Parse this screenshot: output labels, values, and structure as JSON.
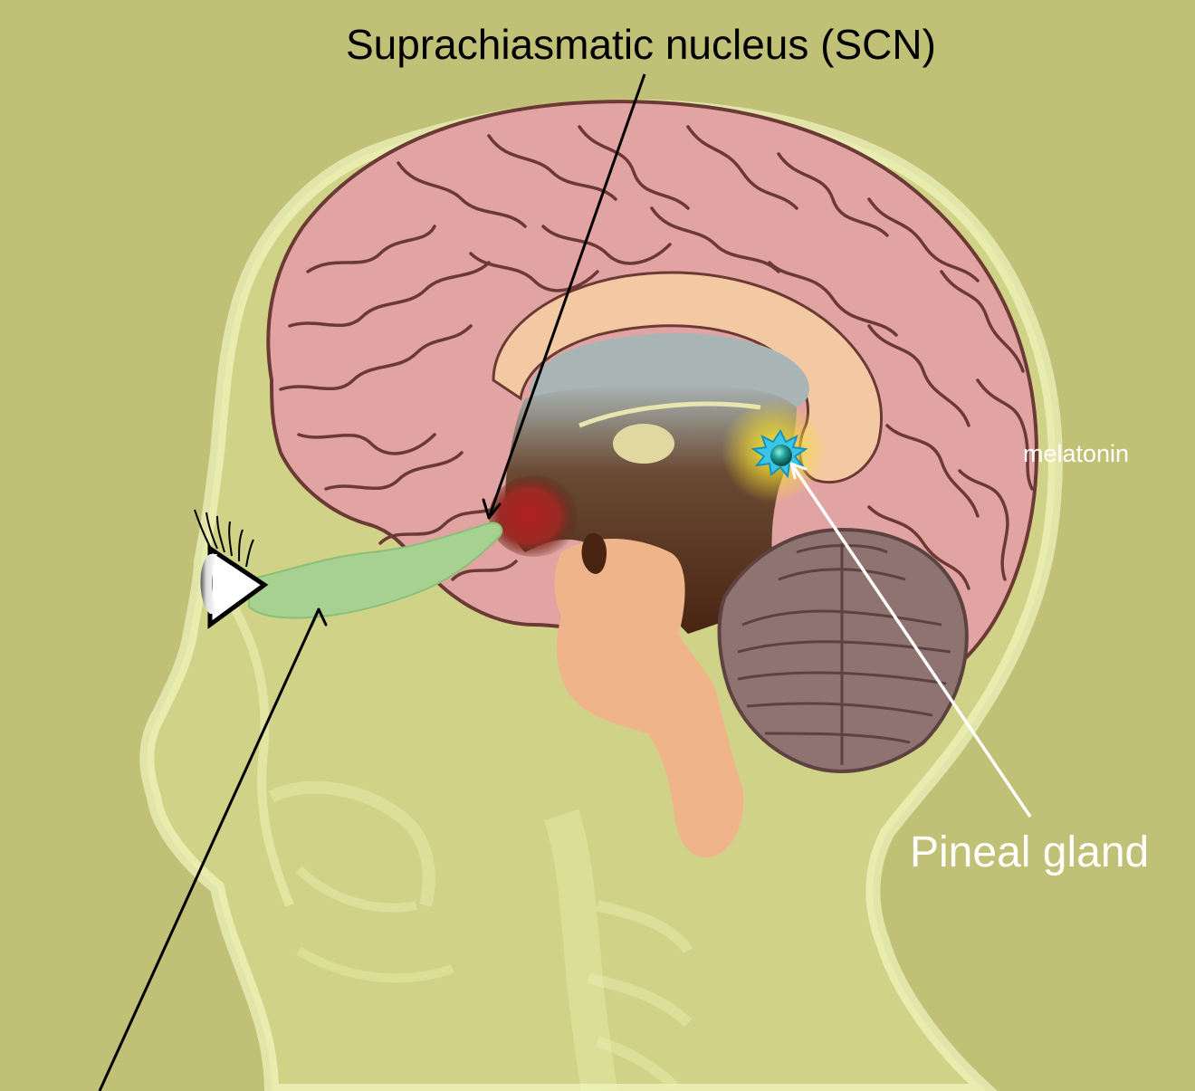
{
  "labels": {
    "scn": "Suprachiasmatic nucleus (SCN)",
    "pineal": "Pineal gland",
    "melatonin": "melatonin"
  },
  "colors": {
    "background": "#c0c077",
    "head_silhouette": "#e6eda0",
    "cortex": "#e2a3a3",
    "cortex_folds": "#6b3a35",
    "corpus_callosum": "#f3c9a4",
    "ventricle": "#a8b5b4",
    "brainstem": "#f0b48a",
    "diencephalon": "#4a2413",
    "hypothalamus_glow": "#b03226",
    "optic_nerve": "#a7d191",
    "cerebellum": "#8f7371",
    "pineal_glow": "#f5e23a",
    "pineal_gland": "#2aa8a0"
  }
}
